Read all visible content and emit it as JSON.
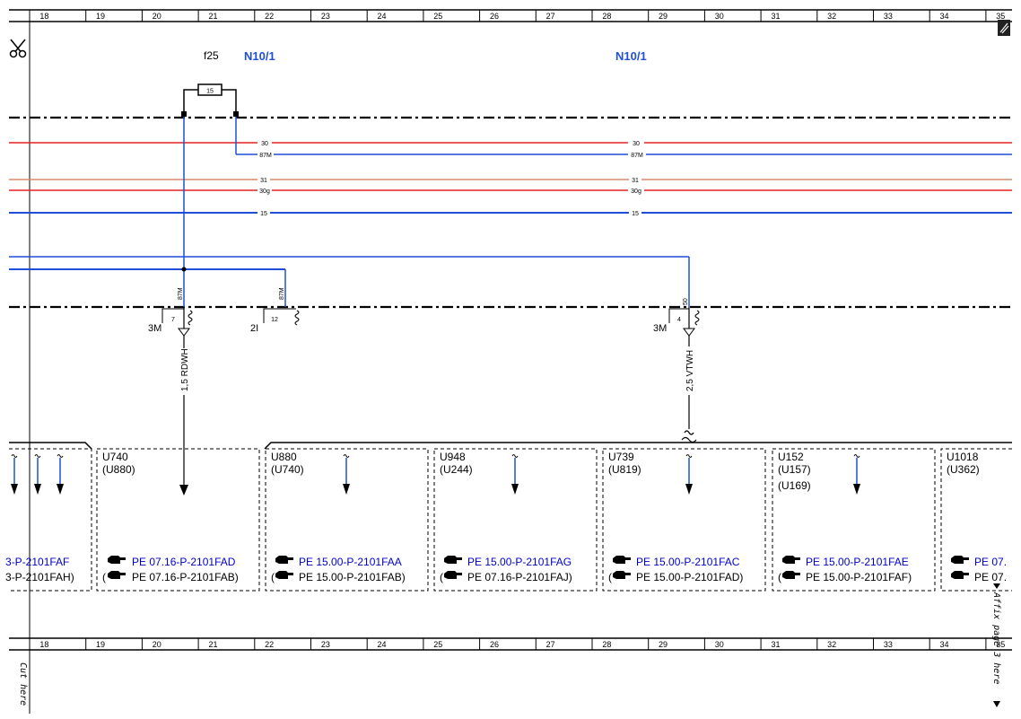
{
  "ruler": {
    "columns": [
      "18",
      "19",
      "20",
      "21",
      "22",
      "23",
      "24",
      "25",
      "26",
      "27",
      "28",
      "29",
      "30",
      "31",
      "32",
      "33",
      "34",
      "35"
    ]
  },
  "header": {
    "fuse_ref": "f25",
    "fuse_value": "15",
    "connector_left": "N10/1",
    "connector_right": "N10/1"
  },
  "buses": [
    {
      "label_left": "30",
      "label_right": "30",
      "color": "#e52222"
    },
    {
      "label_left": "87M",
      "label_right": "87M",
      "color": "#1f4fd8"
    },
    {
      "label_left": "31",
      "label_right": "31",
      "color": "#d88a6a"
    },
    {
      "label_left": "30g",
      "label_right": "30g",
      "color": "#e52222"
    },
    {
      "label_left": "15",
      "label_right": "15",
      "color": "#1f4fd8"
    }
  ],
  "pins": [
    {
      "wire": "87M",
      "pin": "7",
      "ground": "3M"
    },
    {
      "wire": "87M",
      "pin": "12",
      "ground": "2I"
    },
    {
      "wire": "50",
      "pin": "4",
      "ground": "3M"
    }
  ],
  "wires": {
    "left_spec": "1,5 RDWH",
    "right_spec": "2,5 VTWH"
  },
  "variants": [
    {
      "codes": [],
      "link": "-P-2101FAF",
      "alt": "-P-2101FAH)",
      "link_prefix": "3",
      "alt_prefix": "3"
    },
    {
      "codes": [
        "U740",
        "(U880)"
      ],
      "link": "PE 07.16-P-2101FAD",
      "alt": "PE 07.16-P-2101FAB)"
    },
    {
      "codes": [
        "U880",
        "(U740)"
      ],
      "link": "PE 15.00-P-2101FAA",
      "alt": "PE 15.00-P-2101FAB)"
    },
    {
      "codes": [
        "U948",
        "(U244)"
      ],
      "link": "PE 15.00-P-2101FAG",
      "alt": "PE 07.16-P-2101FAJ)"
    },
    {
      "codes": [
        "U739",
        "(U819)"
      ],
      "link": "PE 15.00-P-2101FAC",
      "alt": "PE 15.00-P-2101FAD)"
    },
    {
      "codes": [
        "U152",
        "(U157)",
        "(U169)"
      ],
      "link": "PE 15.00-P-2101FAE",
      "alt": "PE 15.00-P-2101FAF)"
    },
    {
      "codes": [
        "U1018",
        "(U362)"
      ],
      "link": "PE 07.",
      "alt": "PE 07."
    }
  ],
  "margin": {
    "cut_here": "Cut here",
    "affix_here": "Affix page 3 here"
  },
  "colors": {
    "red": "#e52222",
    "blue": "#1f4fd8",
    "link": "#0000cc",
    "tan": "#d88a6a"
  },
  "icons": [
    "scissors-icon",
    "page-corner-icon",
    "hand-pointer-icon",
    "arrow-down-icon",
    "ground-icon",
    "resistor-icon"
  ]
}
